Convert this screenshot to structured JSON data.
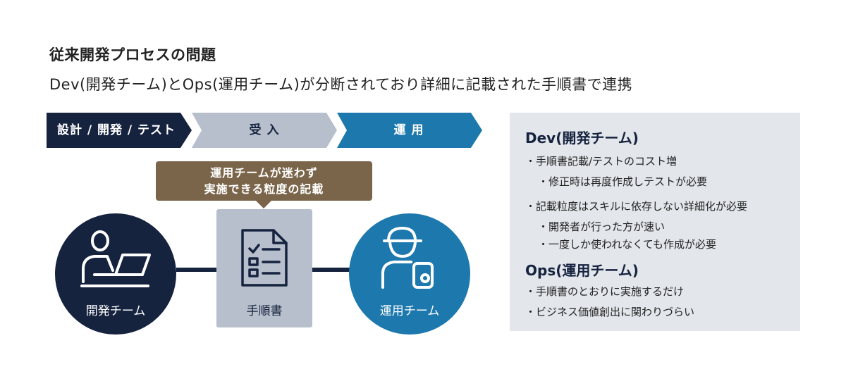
{
  "title": "従来開発プロセスの問題",
  "subtitle": "Dev(開発チーム)とOps(運用チーム)が分断されており詳細に記載された手順書で連携",
  "flow": {
    "steps": [
      "設計 / 開発 / テスト",
      "受 入",
      "運 用"
    ]
  },
  "callout": {
    "line1": "運用チームが迷わず",
    "line2": "実施できる粒度の記載"
  },
  "nodes": {
    "dev": "開発チーム",
    "doc": "手順書",
    "ops": "運用チーム"
  },
  "panel": {
    "dev_heading": "Dev(開発チーム)",
    "dev_items": [
      "・手順書記載/テストのコスト増",
      "・修正時は再度作成しテストが必要",
      "・記載粒度はスキルに依存しない詳細化が必要",
      "・開発者が行った方が速い",
      "・一度しか使われなくても作成が必要"
    ],
    "ops_heading": "Ops(運用チーム)",
    "ops_items": [
      "・手順書のとおりに実施するだけ",
      "・ビジネス価値創出に関わりづらい"
    ]
  },
  "colors": {
    "navy": "#16233f",
    "gray_chevron": "#b8bfcc",
    "blue": "#1d78ad",
    "brown": "#7a654a",
    "doc_card": "#b8bfcc",
    "panel_bg": "#e3e6eb"
  }
}
